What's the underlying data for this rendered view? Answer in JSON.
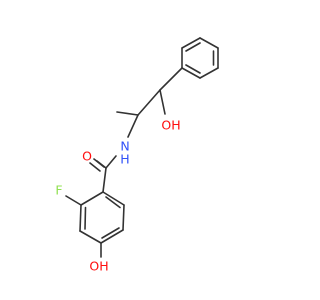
{
  "molecule": {
    "atoms": {
      "fluorine": "F",
      "carbonyl_oxygen": "O",
      "amide_nitrogen": "N",
      "amide_hydrogen": "H",
      "hydroxyl_oxygen_chain": "OH",
      "hydroxyl_oxygen_ring": "OH"
    }
  },
  "colors": {
    "bond": "#333333",
    "oxygen": "#ff0d0d",
    "nitrogen": "#3050f8",
    "fluorine": "#90e050",
    "background": "#ffffff"
  }
}
